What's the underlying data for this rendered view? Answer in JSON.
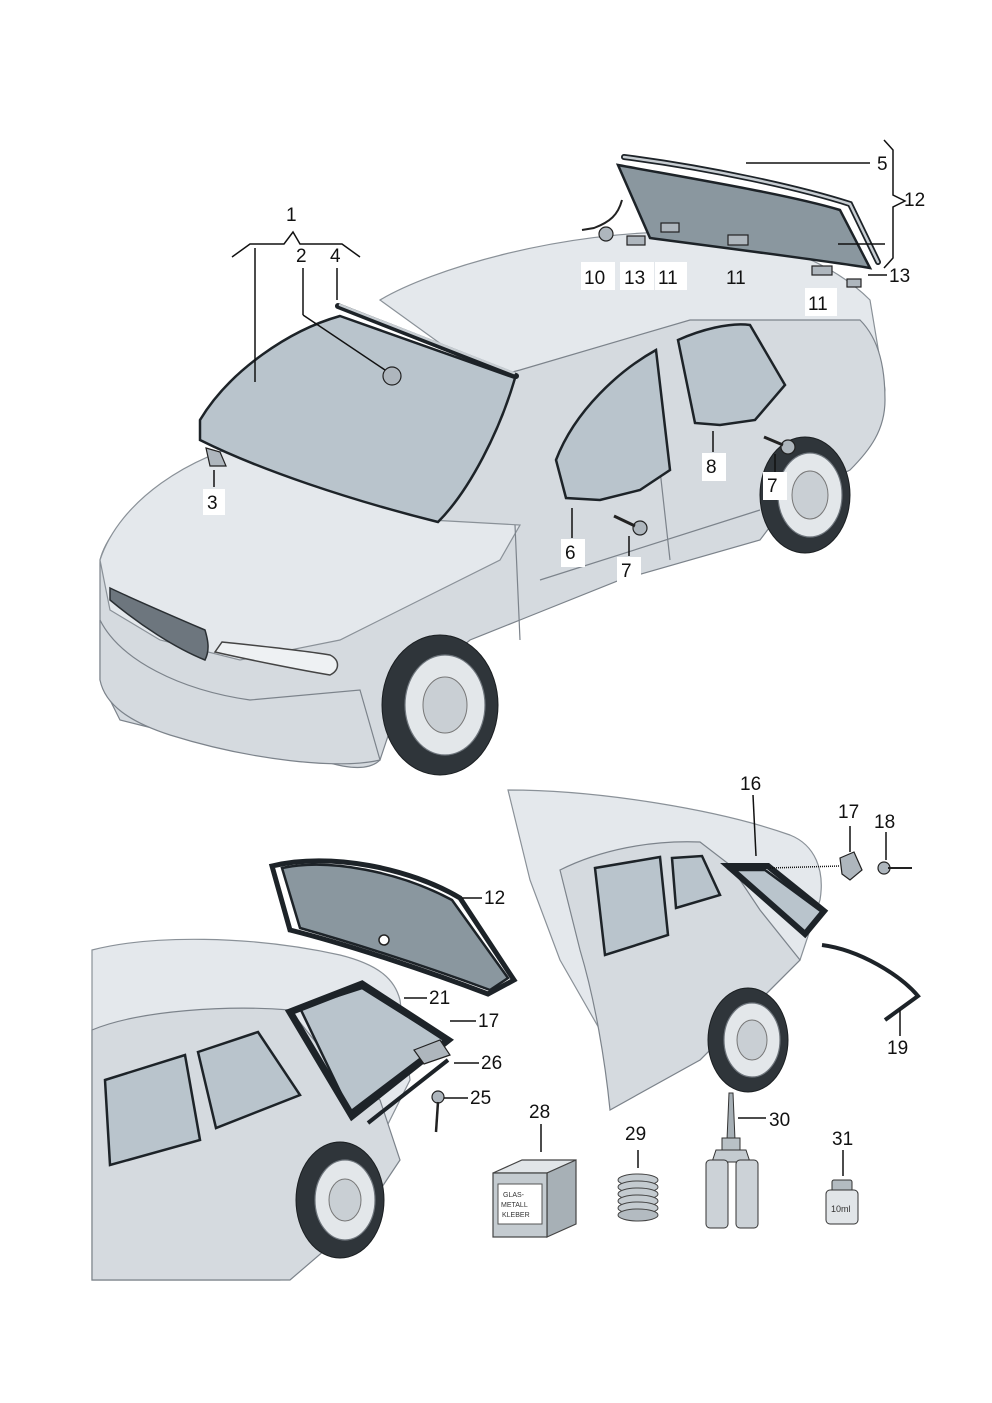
{
  "callouts": {
    "c1": "1",
    "c2": "2",
    "c3": "3",
    "c4": "4",
    "c5": "5",
    "c6": "6",
    "c7a": "7",
    "c7b": "7",
    "c8": "8",
    "c10": "10",
    "c11a": "11",
    "c11b": "11",
    "c11c": "11",
    "c12a": "12",
    "c12b": "12",
    "c13a": "13",
    "c13b": "13",
    "c16": "16",
    "c17a": "17",
    "c17b": "17",
    "c18": "18",
    "c19": "19",
    "c21": "21",
    "c25": "25",
    "c26": "26",
    "c28": "28",
    "c29": "29",
    "c30": "30",
    "c31": "31"
  },
  "package_label": {
    "line1": "GLAS-",
    "line2": "METALL",
    "line3": "KLEBER"
  },
  "vial_label": "10ml",
  "colors": {
    "glass": "#b9c4cc",
    "body": "#d5dadf",
    "seal": "#1d2328"
  }
}
